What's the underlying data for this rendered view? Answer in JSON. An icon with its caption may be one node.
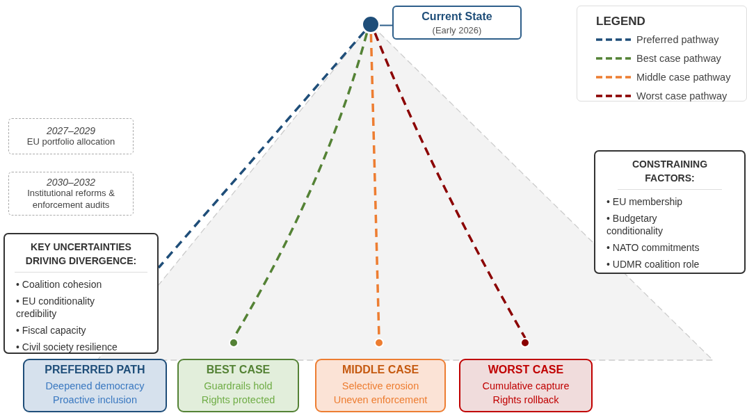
{
  "diagram": {
    "nodes": [
      {
        "text": [],
        "shape": "circle"
      },
      {
        "text": [
          "Current State",
          "(Early 2026)"
        ]
      },
      {
        "text": [
          "2027–2029",
          "EU portfolio allocation"
        ]
      },
      {
        "text": [
          "2030–2032",
          "Institutional reforms & enforcement audits"
        ]
      },
      {
        "text": [
          "CONSTRAINING FACTORS:",
          "• EU membership",
          "• Budgetary conditionality",
          "• NATO commitments",
          "• UDMR coalition role"
        ]
      },
      {
        "text": [
          "KEY UNCERTAINTIES DRIVING DIVERGENCE:",
          "• Coalition cohesion",
          "• EU conditionality credibility",
          "• Fiscal capacity",
          "• Civil society resilience"
        ]
      },
      {
        "text": [],
        "shape": "circle"
      },
      {
        "text": [],
        "shape": "circle"
      },
      {
        "text": [],
        "shape": "circle"
      },
      {
        "text": [
          "PREFERRED PATH",
          "Deepened democracy",
          "Proactive inclusion"
        ]
      },
      {
        "text": [
          "BEST CASE",
          "Guardrails hold",
          "Rights protected"
        ]
      },
      {
        "text": [
          "MIDDLE CASE",
          "Selective erosion",
          "Uneven enforcement"
        ]
      },
      {
        "text": [
          "WORST CASE",
          "Cumulative capture",
          "Rights rollback"
        ]
      }
    ],
    "edges": [
      {
        "from": 0,
        "to": 1,
        "arrow": "none",
        "color": "#2e5f8a"
      },
      {
        "from": 0,
        "to": 5,
        "arrow": "none",
        "style": "dashed",
        "color": "#1f4e79"
      },
      {
        "from": 0,
        "to": 6,
        "arrow": "none",
        "style": "dashed",
        "color": "#548235"
      },
      {
        "from": 0,
        "to": 7,
        "arrow": "none",
        "style": "dashed",
        "color": "#ed7d31"
      },
      {
        "from": 0,
        "to": 8,
        "arrow": "none",
        "style": "dashed",
        "color": "#8b0000"
      }
    ],
    "labels": [
      "LEGEND"
    ],
    "legend": [
      {
        "text": "Preferred pathway"
      },
      {
        "text": "Best case pathway"
      },
      {
        "text": "Middle case pathway"
      },
      {
        "text": "Worst case pathway"
      }
    ]
  }
}
